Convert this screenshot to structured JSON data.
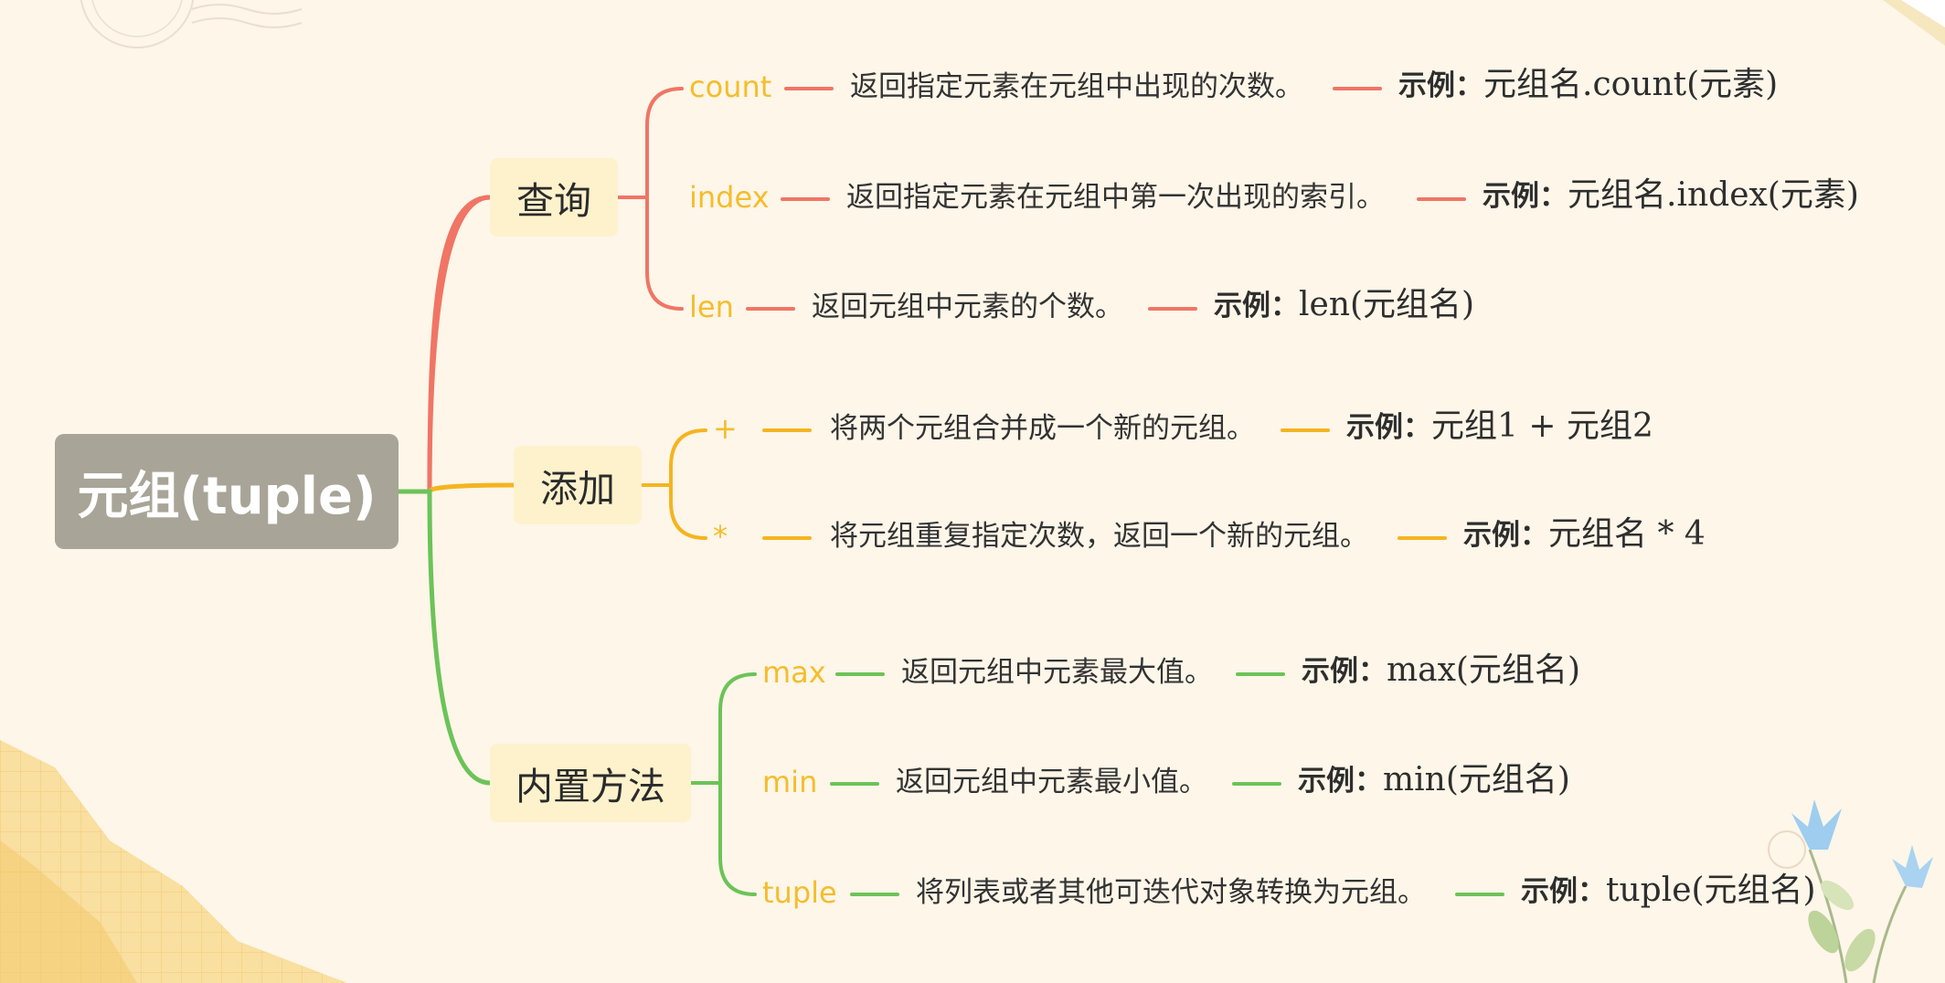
{
  "root": {
    "label": "元组(tuple)"
  },
  "example_label": "示例：",
  "colors": {
    "query": "#f07565",
    "add": "#f5b41f",
    "builtin": "#6cc358",
    "leaf_text": "#f5bd2c",
    "root_bg": "#a8a497",
    "branch_bg": "#fdf2cc",
    "page_bg": "#fdf6e9"
  },
  "branches": [
    {
      "id": "query",
      "label": "查询",
      "items": [
        {
          "name": "count",
          "description": "返回指定元素在元组中出现的次数。",
          "example": "元组名.count(元素)"
        },
        {
          "name": "index",
          "description": "返回指定元素在元组中第一次出现的索引。",
          "example": "元组名.index(元素)"
        },
        {
          "name": "len",
          "description": "返回元组中元素的个数。",
          "example": "len(元组名)"
        }
      ]
    },
    {
      "id": "add",
      "label": "添加",
      "items": [
        {
          "name": "+",
          "description": "将两个元组合并成一个新的元组。",
          "example": "元组1 + 元组2"
        },
        {
          "name": "*",
          "description": "将元组重复指定次数，返回一个新的元组。",
          "example": "元组名 * 4"
        }
      ]
    },
    {
      "id": "builtin",
      "label": "内置方法",
      "items": [
        {
          "name": "max",
          "description": "返回元组中元素最大值。",
          "example": "max(元组名)"
        },
        {
          "name": "min",
          "description": "返回元组中元素最小值。",
          "example": "min(元组名)"
        },
        {
          "name": "tuple",
          "description": "将列表或者其他可迭代对象转换为元组。",
          "example": "tuple(元组名)"
        }
      ]
    }
  ]
}
